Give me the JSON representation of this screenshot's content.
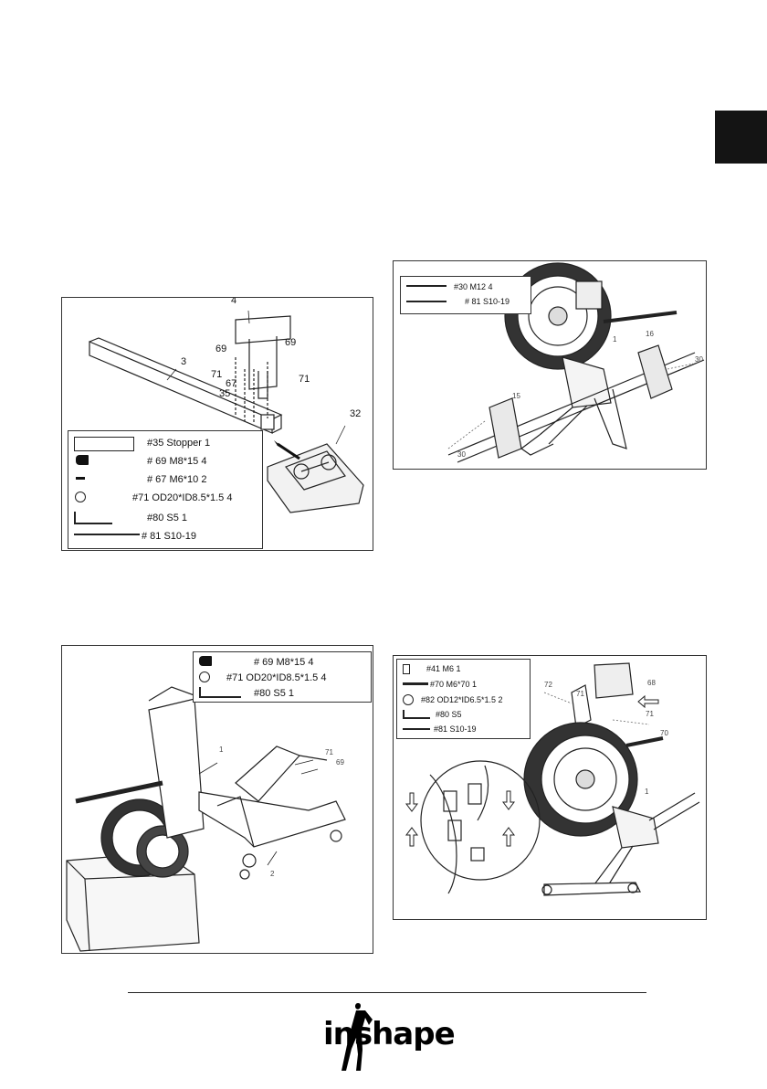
{
  "panels": {
    "step1": {
      "callouts": [
        "4",
        "3",
        "69",
        "69",
        "71",
        "71",
        "67",
        "35",
        "32"
      ],
      "legend": [
        {
          "icon": "stopper-icon",
          "label": "#35 Stopper  1"
        },
        {
          "icon": "bolt-icon",
          "label": "# 69  M8*15  4"
        },
        {
          "icon": "screw-icon",
          "label": "# 67  M6*10  2"
        },
        {
          "icon": "washer-icon",
          "label": "#71  OD20*ID8.5*1.5  4"
        },
        {
          "icon": "allen-key-icon",
          "label": "#80    S5   1"
        },
        {
          "icon": "wrench-icon",
          "label": "# 81    S10-19"
        }
      ]
    },
    "step2": {
      "callouts": [
        "1",
        "16",
        "15",
        "30",
        "30"
      ],
      "legend": [
        {
          "icon": "bolt-icon",
          "label": "#30  M12  4"
        },
        {
          "icon": "wrench-icon",
          "label": "# 81   S10-19"
        }
      ]
    },
    "step3": {
      "callouts": [
        "1",
        "71",
        "69",
        "2"
      ],
      "legend": [
        {
          "icon": "bolt-icon",
          "label": "# 69  M8*15  4"
        },
        {
          "icon": "washer-icon",
          "label": "#71  OD20*ID8.5*1.5  4"
        },
        {
          "icon": "allen-key-icon",
          "label": "#80    S5   1"
        }
      ]
    },
    "step4": {
      "callouts": [
        "72",
        "71",
        "68",
        "71",
        "70",
        "1"
      ],
      "legend": [
        {
          "icon": "nut-icon",
          "label": "#41    M6   1"
        },
        {
          "icon": "bolt-icon",
          "label": "#70    M6*70  1"
        },
        {
          "icon": "washer-icon",
          "label": "#82  OD12*ID6.5*1.5  2"
        },
        {
          "icon": "allen-key-icon",
          "label": "#80     S5"
        },
        {
          "icon": "wrench-icon",
          "label": "#81     S10-19"
        }
      ]
    }
  },
  "footer": {
    "logo_text": "inshape"
  }
}
